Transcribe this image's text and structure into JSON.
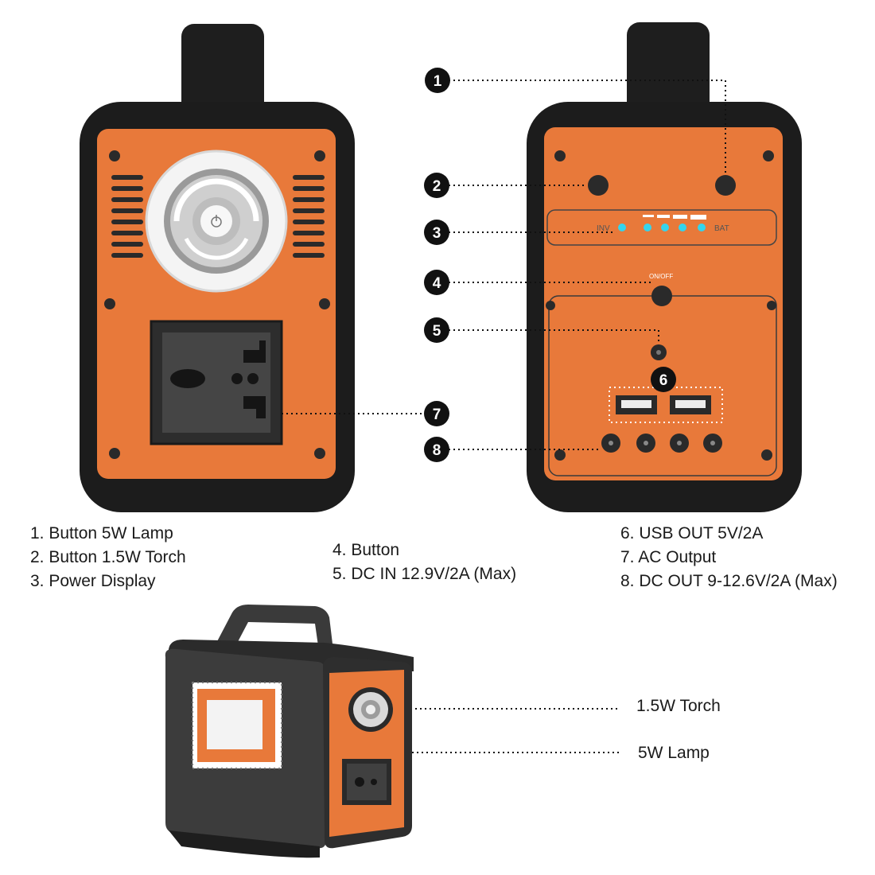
{
  "colors": {
    "orange": "#e8793a",
    "body": "#1c1c1c",
    "dark": "#2a2a2a",
    "led": "#35d4ec"
  },
  "callouts": [
    "1",
    "2",
    "3",
    "4",
    "5",
    "6",
    "7",
    "8"
  ],
  "panel": {
    "inv_label": "INV",
    "bat_label": "BAT",
    "onoff_label": "ON/OFF"
  },
  "legend": {
    "col1": [
      "1. Button 5W Lamp",
      "2. Button 1.5W Torch",
      "3. Power Display"
    ],
    "col2": [
      "4. Button",
      "5. DC IN 12.9V/2A (Max)"
    ],
    "col3": [
      "6. USB OUT 5V/2A",
      "7. AC Output",
      "8. DC OUT 9-12.6V/2A (Max)"
    ]
  },
  "bottom_labels": {
    "torch": "1.5W Torch",
    "lamp": "5W Lamp"
  },
  "icons": [
    "lamp-icon",
    "ac-socket-icon",
    "usb-port-icon",
    "dc-port-icon",
    "led-indicator-icon"
  ]
}
